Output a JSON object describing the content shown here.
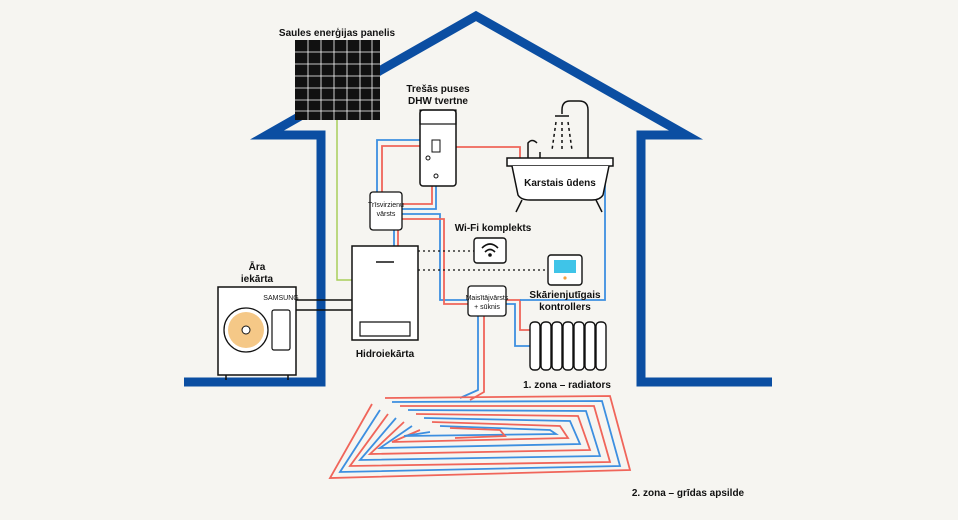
{
  "labels": {
    "solar_panel": "Saules enerģijas panelis",
    "dhw_tank_line1": "Trešās puses",
    "dhw_tank_line2": "DHW tvertne",
    "hot_water": "Karstais ūdens",
    "three_way_valve_line1": "Trīsvirzienu",
    "three_way_valve_line2": "vārsts",
    "wifi_kit": "Wi-Fi komplekts",
    "touch_controller_line1": "Skārienjutīgais",
    "touch_controller_line2": "kontrollers",
    "outdoor_unit_line1": "Āra",
    "outdoor_unit_line2": "iekārta",
    "hydro_unit": "Hidroiekārta",
    "mixing_valve_line1": "Maisītājvārsts",
    "mixing_valve_line2": "+ sūknis",
    "zone1": "1. zona – radiators",
    "zone2": "2. zona – grīdas apsilde",
    "brand": "SAMSUNG"
  },
  "colors": {
    "house": "#0b4ea2",
    "hot_pipe": "#f0655a",
    "cold_pipe": "#3d8fe0",
    "solar_line": "#a8cf5a",
    "fan": "#f5c887",
    "outline": "#111111",
    "controller_screen": "#3fc4e8"
  },
  "icons": {
    "wifi": "wifi-icon",
    "shower": "shower-icon",
    "fan": "fan-icon"
  }
}
